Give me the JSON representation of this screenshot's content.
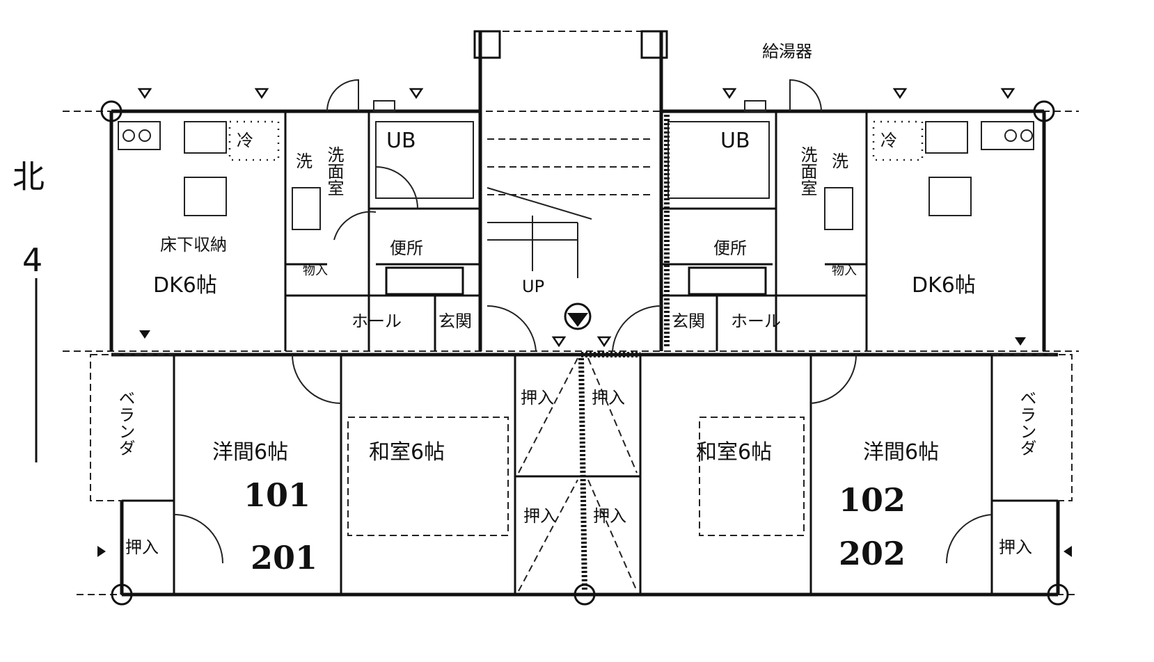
{
  "plan": {
    "north_label": "北",
    "water_heater": "給湯器",
    "stair_label": "UP",
    "unit_left": {
      "fridge": "冷",
      "washer": "洗",
      "washroom": "洗面室",
      "bath": "UB",
      "toilet": "便所",
      "storage": "物入",
      "underfloor": "床下収納",
      "dk": "DK6帖",
      "hall": "ホール",
      "entrance": "玄関",
      "balcony": "ベランダ",
      "western_room": "洋間6帖",
      "japanese_room": "和室6帖",
      "closet_corner": "押入",
      "closet_upper": "押入",
      "closet_lower": "押入",
      "room_no_1": "101",
      "room_no_2": "201"
    },
    "unit_right": {
      "fridge": "冷",
      "washer": "洗",
      "washroom": "洗面室",
      "bath": "UB",
      "toilet": "便所",
      "storage": "物入",
      "dk": "DK6帖",
      "hall": "ホール",
      "entrance": "玄関",
      "balcony": "ベランダ",
      "western_room": "洋間6帖",
      "japanese_room": "和室6帖",
      "closet_corner": "押入",
      "closet_upper": "押入",
      "closet_lower": "押入",
      "room_no_1": "102",
      "room_no_2": "202"
    }
  }
}
